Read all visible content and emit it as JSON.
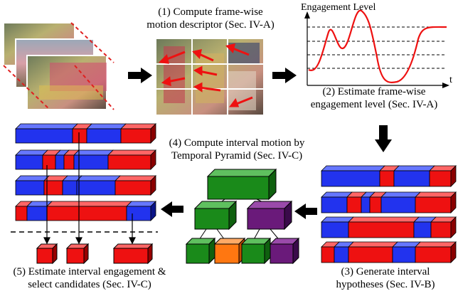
{
  "steps": {
    "step1": {
      "line1": "(1) Compute frame-wise",
      "line2": "motion descriptor (Sec. IV-A)"
    },
    "step2": {
      "line1": "(2) Estimate frame-wise",
      "line2": "engagement level (Sec. IV-A)"
    },
    "step3": {
      "line1": "(3) Generate interval",
      "line2": "hypotheses (Sec. IV-B)"
    },
    "step4": {
      "line1": "(4) Compute interval motion by",
      "line2": "Temporal Pyramid (Sec. IV-C)"
    },
    "step5": {
      "line1": "(5) Estimate interval engagement &",
      "line2": "select candidates (Sec. IV-C)"
    }
  },
  "plot": {
    "ylabel": "Engagement Level",
    "xlabel": "t"
  },
  "colors": {
    "blue": "#2233ee",
    "red": "#ee1111",
    "green": "#1a8a1a",
    "purple": "#6a1a7a",
    "orange": "#ff7711"
  }
}
